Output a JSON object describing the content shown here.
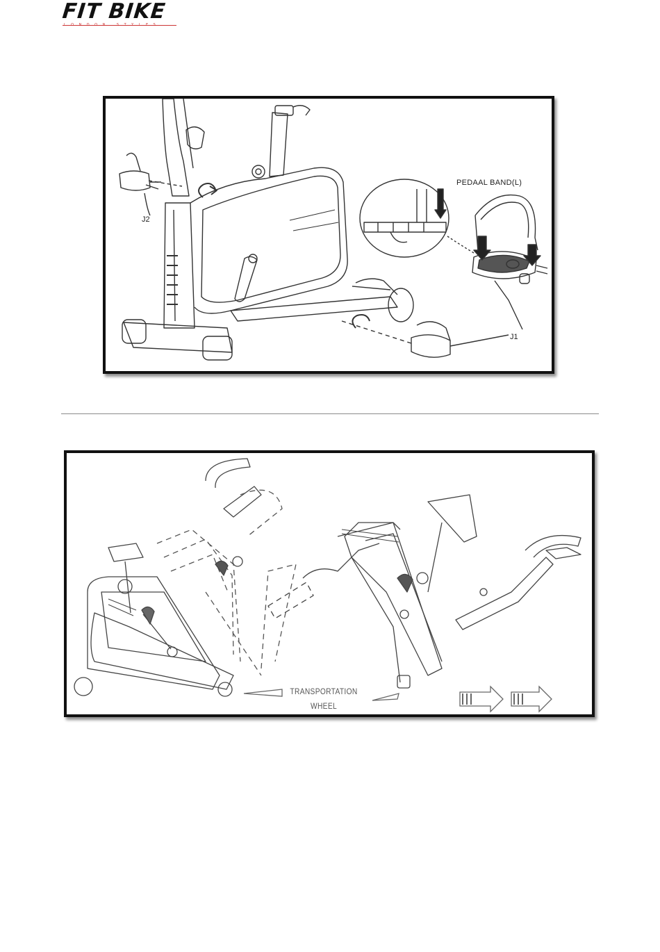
{
  "brand": {
    "logo_text": "FIT BIKE",
    "logo_subtext": "LONDON STYLES"
  },
  "figure1": {
    "label_pedal_band": "PEDAAL BAND(L)",
    "label_j2": "J2",
    "label_j1": "J1"
  },
  "figure2": {
    "label_transport_line1": "TRANSPORTATION",
    "label_transport_line2": "WHEEL"
  }
}
